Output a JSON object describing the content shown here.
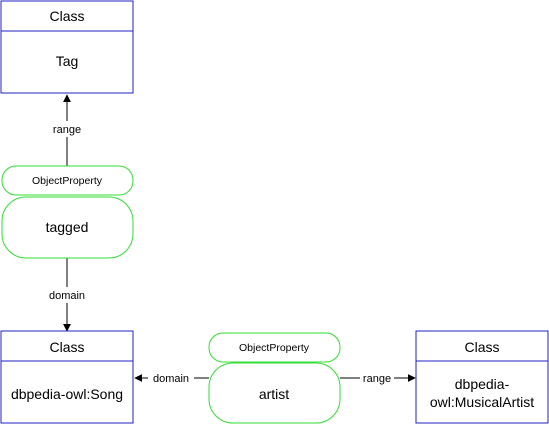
{
  "classes": {
    "tag": {
      "header": "Class",
      "name": "Tag"
    },
    "song": {
      "header": "Class",
      "name": "dbpedia-owl:Song"
    },
    "artist_class": {
      "header": "Class",
      "name_line1": "dbpedia-",
      "name_line2": "owl:MusicalArtist"
    }
  },
  "properties": {
    "tagged": {
      "header": "ObjectProperty",
      "name": "tagged"
    },
    "artist": {
      "header": "ObjectProperty",
      "name": "artist"
    }
  },
  "edges": {
    "tagged_range": "range",
    "tagged_domain": "domain",
    "artist_domain": "domain",
    "artist_range": "range"
  },
  "colors": {
    "class_border": "#2020c0",
    "property_border": "#33dd33",
    "edge": "#000000"
  }
}
